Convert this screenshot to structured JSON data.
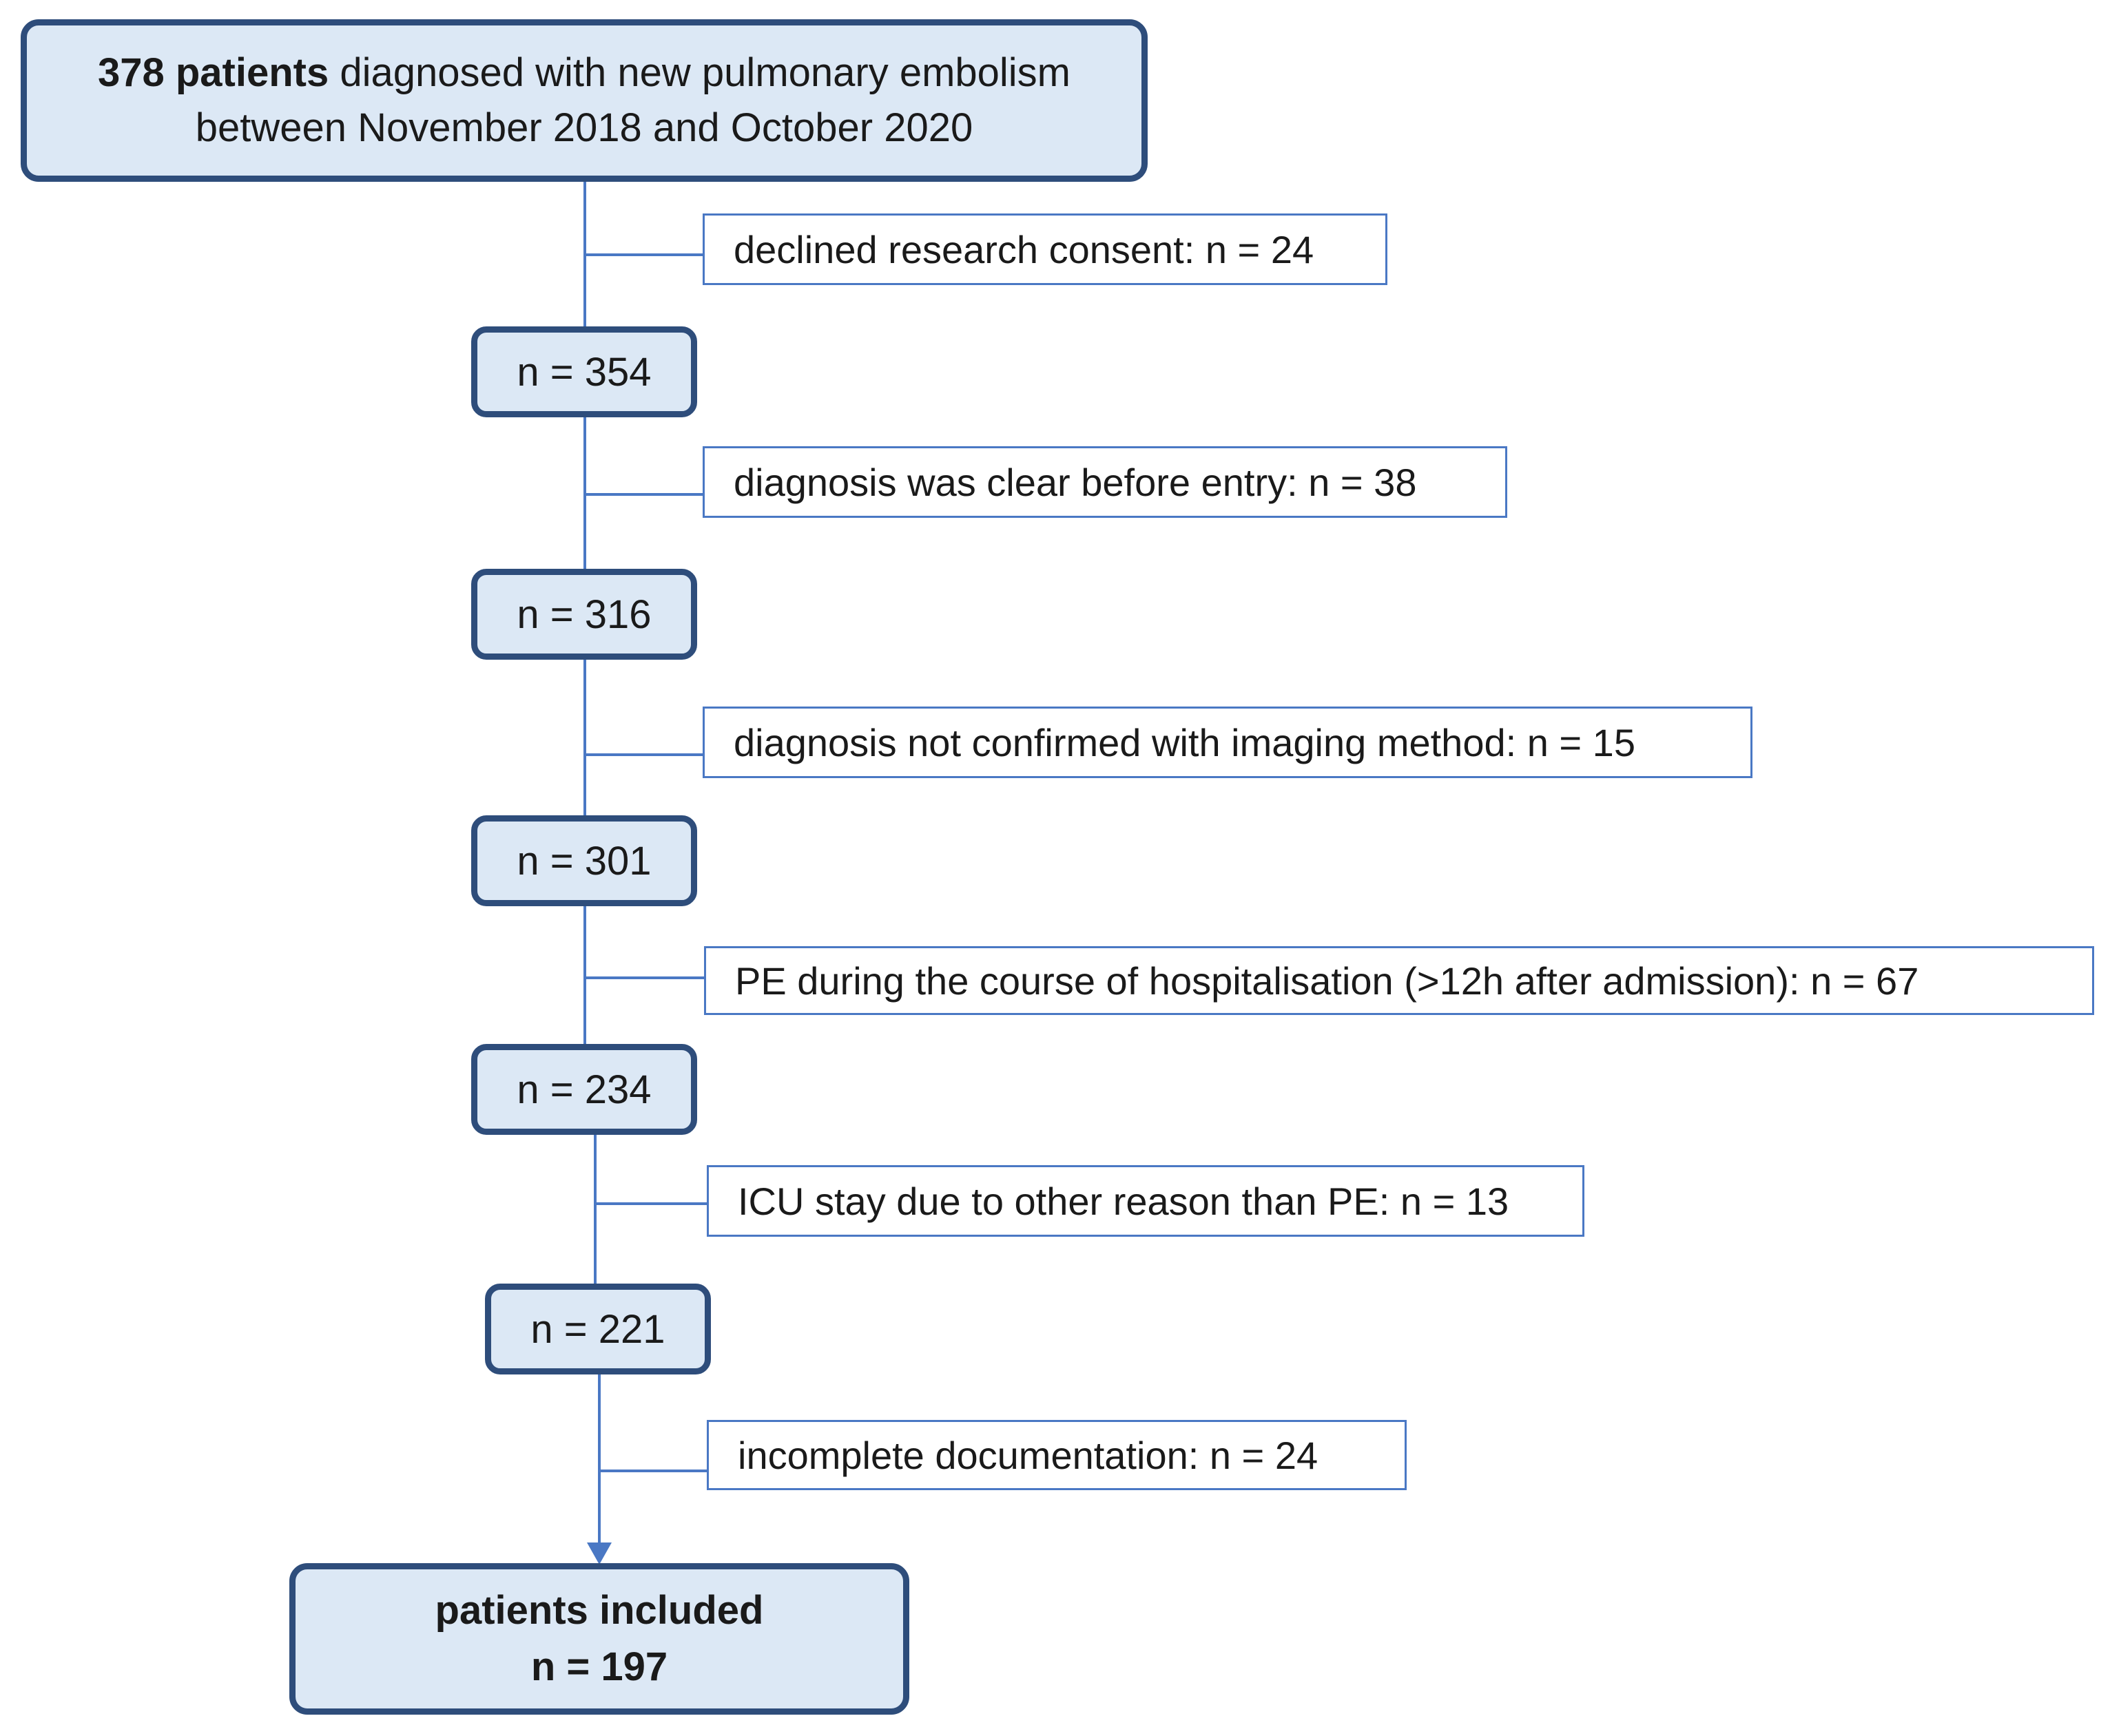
{
  "colors": {
    "main_box_fill": "#dce8f5",
    "main_box_border": "#2e4d7b",
    "exclusion_border": "#4a78c4",
    "connector": "#4a78c4"
  },
  "start": {
    "bold_text": "378 patients",
    "line1_rest": " diagnosed with new pulmonary embolism",
    "line2": "between November 2018 and October 2020"
  },
  "exclusions": [
    {
      "label": "declined research consent: n = 24"
    },
    {
      "label": "diagnosis was clear before entry: n = 38"
    },
    {
      "label": "diagnosis not confirmed with imaging method: n = 15"
    },
    {
      "label": "PE during the course of hospitalisation (>12h after admission): n = 67"
    },
    {
      "label": "ICU stay due to other reason than PE: n = 13"
    },
    {
      "label": "incomplete documentation: n = 24"
    }
  ],
  "counts": [
    {
      "label": "n = 354"
    },
    {
      "label": "n = 316"
    },
    {
      "label": "n = 301"
    },
    {
      "label": "n = 234"
    },
    {
      "label": "n = 221"
    }
  ],
  "final": {
    "line1": "patients included",
    "line2": "n = 197"
  }
}
